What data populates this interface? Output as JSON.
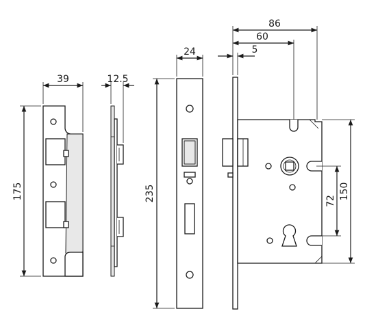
{
  "dimensions": {
    "strike_width": "39",
    "strike_height": "175",
    "strike_side_thickness": "12.5",
    "faceplate_width": "24",
    "faceplate_height": "235",
    "lock_overall_width": "86",
    "lock_backset": "60",
    "lock_plate_thickness": "5",
    "lock_body_height": "150",
    "lock_center_distance": "72"
  }
}
